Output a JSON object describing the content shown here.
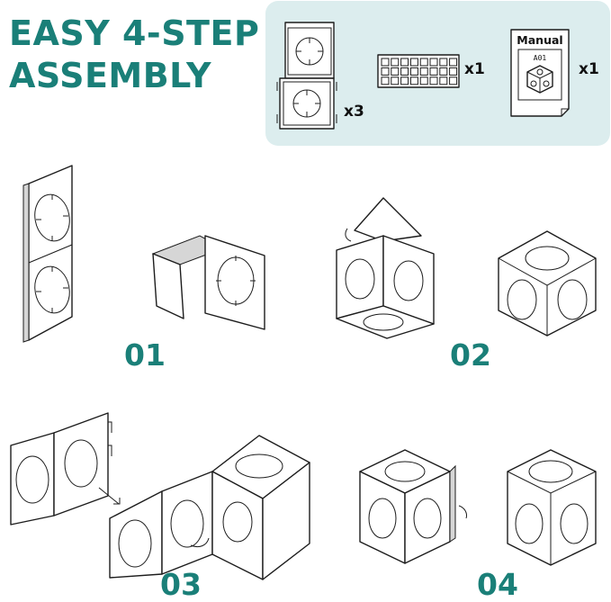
{
  "title": {
    "line1": "EASY 4-STEP",
    "line2": "ASSEMBLY"
  },
  "parts": {
    "panel_qty": "x3",
    "connector_qty": "x1",
    "manual_qty": "x1",
    "manual_label": "Manual",
    "manual_code": "A01"
  },
  "steps": [
    {
      "number": "01"
    },
    {
      "number": "02"
    },
    {
      "number": "03"
    },
    {
      "number": "04"
    }
  ],
  "colors": {
    "accent": "#1a7f78",
    "panel_bg": "#dcedee",
    "line": "#1c1c1c"
  }
}
